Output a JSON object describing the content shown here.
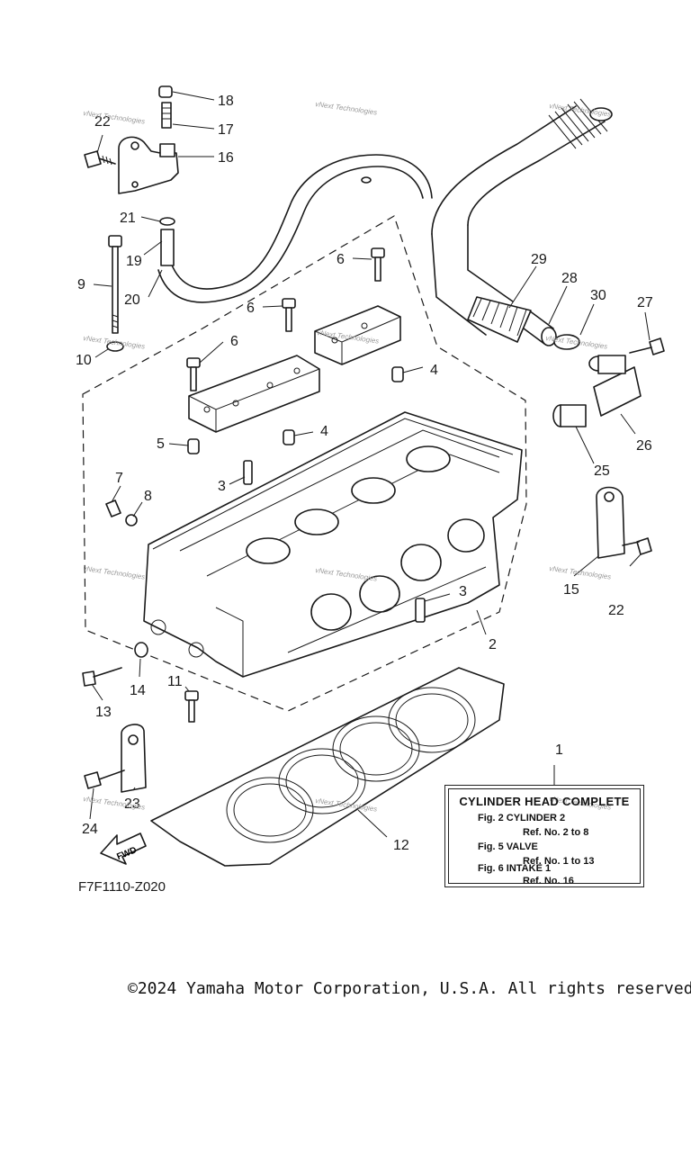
{
  "diagram": {
    "callouts": [
      "1",
      "2",
      "3",
      "3",
      "4",
      "4",
      "5",
      "6",
      "6",
      "6",
      "7",
      "8",
      "9",
      "10",
      "11",
      "12",
      "13",
      "14",
      "15",
      "16",
      "17",
      "18",
      "19",
      "20",
      "21",
      "22",
      "22",
      "23",
      "24",
      "25",
      "26",
      "27",
      "28",
      "29",
      "30"
    ],
    "watermark": "vNext Technologies",
    "fwd_label": "FWD",
    "code": "F7F1110-Z020"
  },
  "reference": {
    "title": "CYLINDER HEAD COMPLETE",
    "lines": [
      "Fig.  2  CYLINDER 2",
      "Ref. No. 2 to 8",
      "Fig.  5  VALVE",
      "Ref. No. 1 to 13",
      "Fig.  6  INTAKE 1",
      "Ref. No. 16"
    ]
  },
  "footer": {
    "copyright": "©2024 Yamaha Motor Corporation, U.S.A. All rights reserved."
  }
}
